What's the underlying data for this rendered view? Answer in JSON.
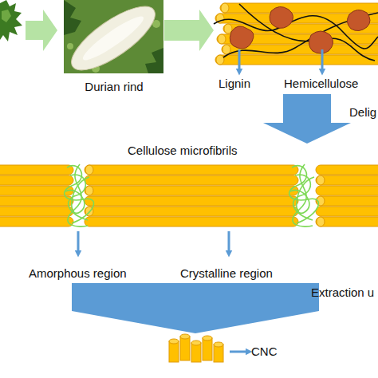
{
  "diagram": {
    "nodes": [
      {
        "text": [
          "Durian rind"
        ]
      },
      {
        "text": [
          "Lignin",
          "Hemicellulose"
        ]
      },
      {
        "text": [
          "Cellulose microfibrils",
          "Amorphous region",
          "Crystalline region"
        ]
      },
      {
        "text": [
          "CNC"
        ]
      }
    ],
    "edges": [
      {
        "from": 0,
        "to": 1,
        "arrow": "to"
      },
      {
        "from": 1,
        "to": 2,
        "label": "Delig",
        "arrow": "to"
      },
      {
        "from": 2,
        "to": 3,
        "label": "Extraction u",
        "arrow": "to"
      }
    ]
  }
}
